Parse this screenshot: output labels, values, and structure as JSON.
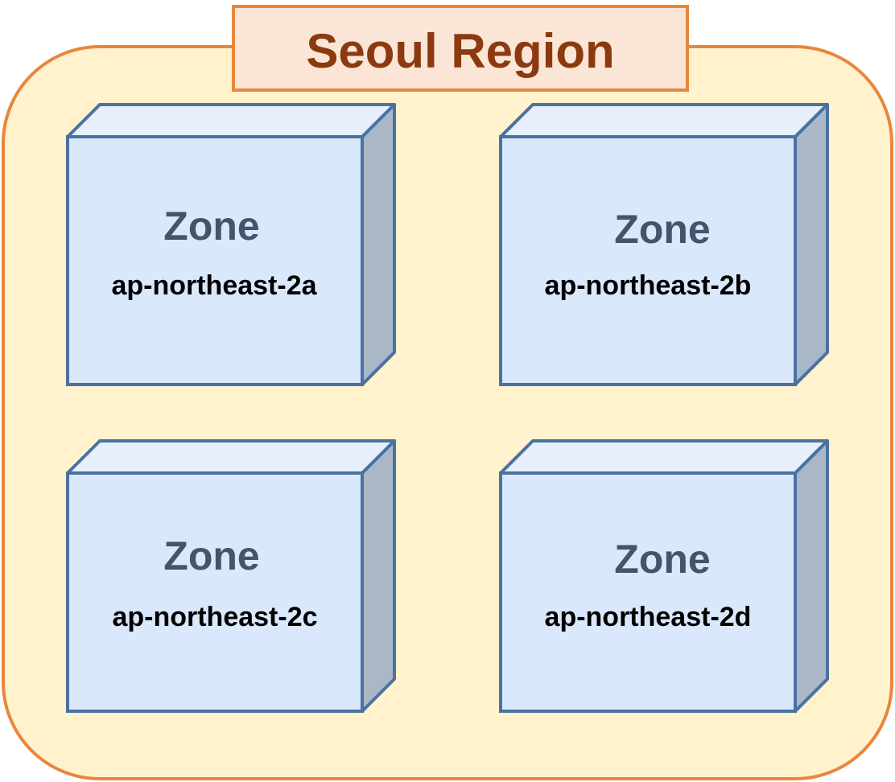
{
  "region": {
    "title": "Seoul Region"
  },
  "zones": [
    {
      "title": "Zone",
      "id": "ap-northeast-2a"
    },
    {
      "title": "Zone",
      "id": "ap-northeast-2b"
    },
    {
      "title": "Zone",
      "id": "ap-northeast-2c"
    },
    {
      "title": "Zone",
      "id": "ap-northeast-2d"
    }
  ],
  "colors": {
    "region_fill": "#FFF2CC",
    "region_stroke": "#E8873A",
    "title_fill": "#FBE5D6",
    "title_text": "#8B3A0F",
    "zone_front": "#DAE8FC",
    "zone_top": "#E6EFFB",
    "zone_side": "#AAB7C6",
    "zone_stroke": "#4A72A0",
    "zone_title_text": "#44546A",
    "zone_id_text": "#000000"
  }
}
